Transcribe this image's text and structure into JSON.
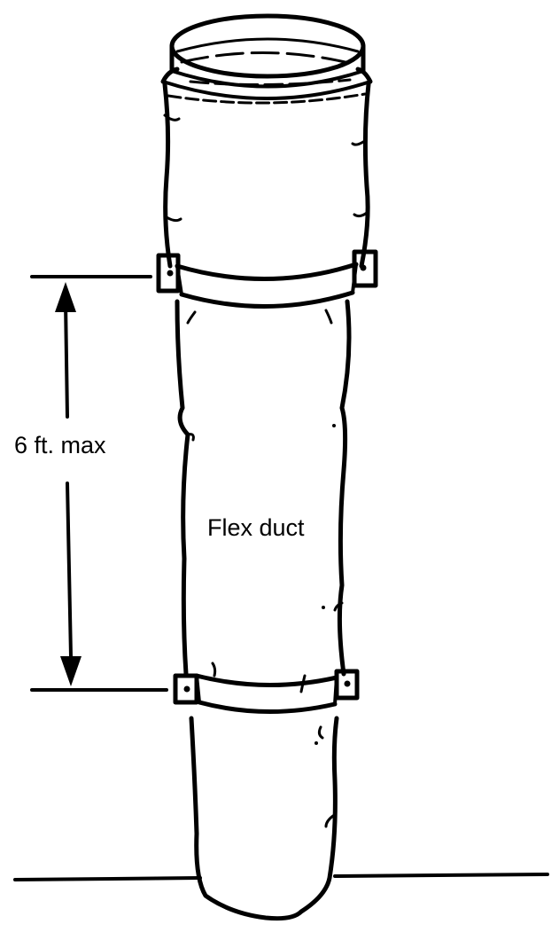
{
  "diagram": {
    "subject": "Flex duct vertical support",
    "labels": {
      "dimension": "6 ft. max",
      "duct": "Flex duct"
    },
    "colors": {
      "stroke": "#000000",
      "background": "#ffffff"
    },
    "elements": [
      {
        "name": "duct-collar",
        "description": "Ribbed ring opening at top"
      },
      {
        "name": "upper-strap",
        "description": "Strap hanger with two mounting tabs"
      },
      {
        "name": "lower-strap",
        "description": "Strap hanger with two mounting tabs"
      },
      {
        "name": "dimension-arrow",
        "description": "Double-headed vertical arrow between straps"
      },
      {
        "name": "floor-line",
        "description": "Horizontal line the duct passes through"
      }
    ]
  }
}
